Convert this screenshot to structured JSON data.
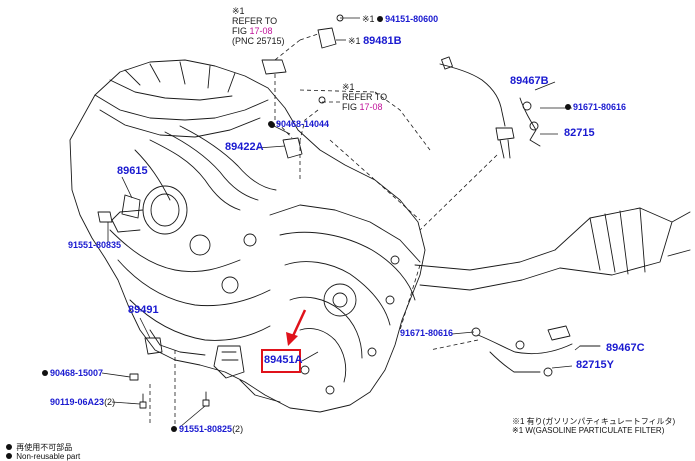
{
  "diagram": {
    "colors": {
      "line": "#1a1a1a",
      "part_number": "#1a1ad0",
      "figure_ref": "#c0139a",
      "highlight": "#e0121b"
    },
    "callouts": {
      "top_note_mark": "※1",
      "top_refer": "REFER TO",
      "top_fig_prefix": "FIG",
      "top_fig_ref": "17-08",
      "top_pnc": "(PNC 25715)",
      "p94151": "94151-80600",
      "p89481B": "89481B",
      "mid_note_mark": "※1",
      "mid_refer": "REFER TO",
      "mid_fig_prefix": "FIG",
      "mid_fig_ref": "17-08",
      "p90468_14044": "90468-14044",
      "p89422A": "89422A",
      "p89467B": "89467B",
      "p91671_a": "91671-80616",
      "p82715": "82715",
      "p89615": "89615",
      "p91551_80835": "91551-80835",
      "p89491": "89491",
      "p90468_15007": "90468-15007",
      "p90119": "90119-06A23",
      "p90119_qty": "(2)",
      "p89451A": "89451A",
      "p91551_80825": "91551-80825",
      "p91551_80825_qty": "(2)",
      "p91671_b": "91671-80616",
      "p89467C": "89467C",
      "p82715Y": "82715Y",
      "p1_mark": "※1"
    },
    "notes": {
      "note_jp": "※1 有り(ガソリンパティキュレートフィルタ)",
      "note_en": "※1 W(GASOLINE PARTICULATE FILTER)"
    },
    "legend": {
      "line1": "再使用不可部品",
      "line2": "Non-reusable part"
    }
  }
}
